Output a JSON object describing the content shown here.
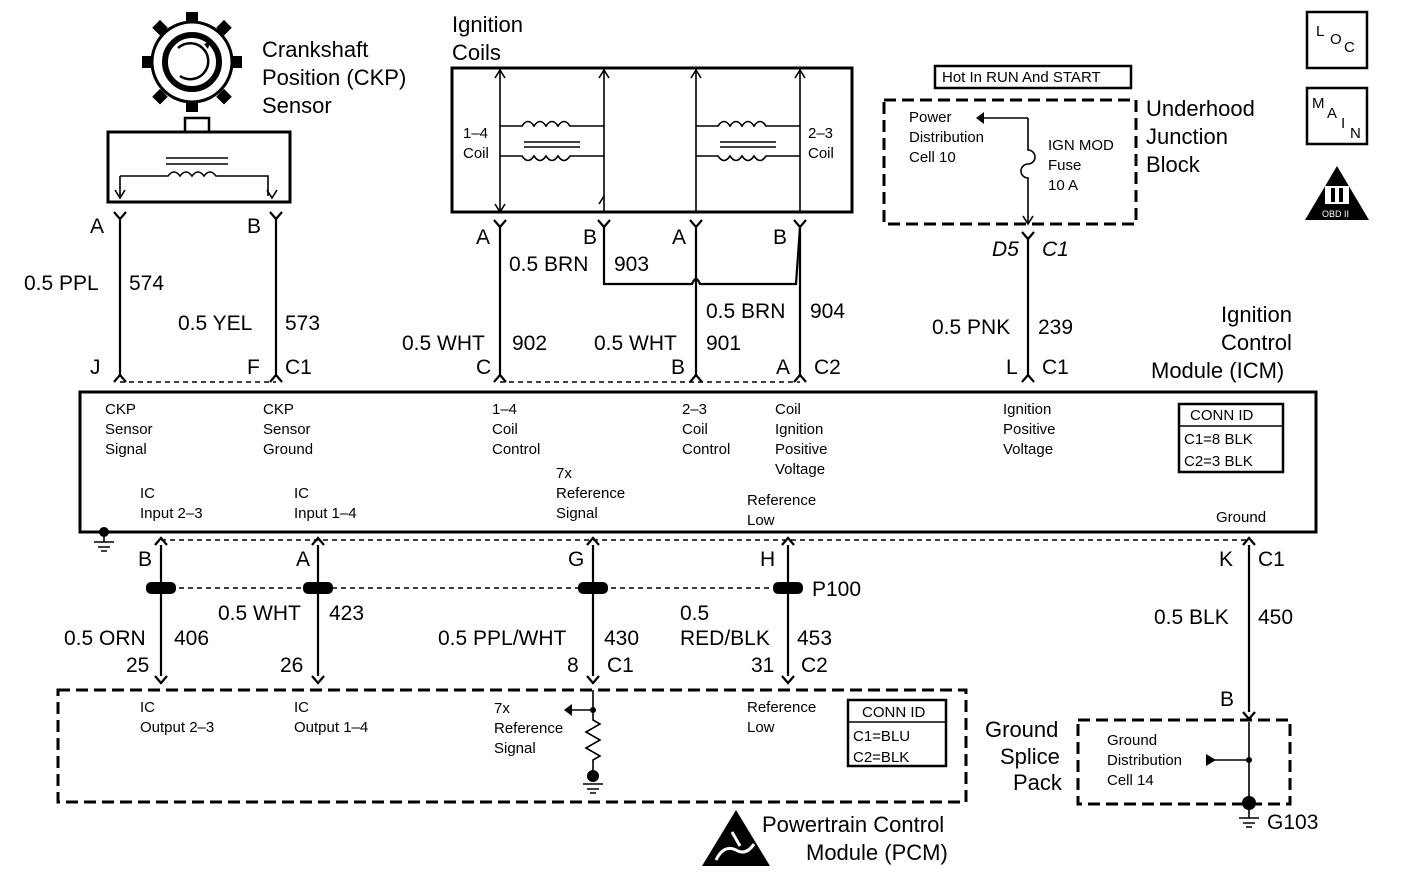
{
  "components": {
    "ckp_title": [
      "Crankshaft",
      "Position (CKP)",
      "Sensor"
    ],
    "coils_title": [
      "Ignition",
      "Coils"
    ],
    "coil_14": [
      "1–4",
      "Coil"
    ],
    "coil_23": [
      "2–3",
      "Coil"
    ],
    "hot_label": "Hot In RUN And START",
    "ujb_title": [
      "Underhood",
      "Junction",
      "Block"
    ],
    "pdc": [
      "Power",
      "Distribution",
      "Cell 10"
    ],
    "fuse": [
      "IGN MOD",
      "Fuse",
      "10 A"
    ],
    "icm_title": [
      "Ignition",
      "Control",
      "Module (ICM)"
    ],
    "gsp_title": [
      "Ground",
      "Splice",
      "Pack"
    ],
    "gdc": [
      "Ground",
      "Distribution",
      "Cell 14"
    ],
    "ground_id": "G103",
    "pcm_title": [
      "Powertrain Control",
      "Module (PCM)"
    ],
    "splice": "P100"
  },
  "badges": {
    "loc": [
      "L",
      "O",
      "C"
    ],
    "main": [
      "M",
      "A",
      "I",
      "N"
    ],
    "obd": "OBD II"
  },
  "icm_conn": {
    "title": "CONN ID",
    "c1": "C1=8 BLK",
    "c2": "C2=3 BLK"
  },
  "pcm_conn": {
    "title": "CONN ID",
    "c1": "C1=BLU",
    "c2": "C2=BLK"
  },
  "icm_pins_top": [
    [
      "CKP",
      "Sensor",
      "Signal"
    ],
    [
      "CKP",
      "Sensor",
      "Ground"
    ],
    [
      "1–4",
      "Coil",
      "Control"
    ],
    [
      "2–3",
      "Coil",
      "Control"
    ],
    [
      "Coil",
      "Ignition",
      "Positive",
      "Voltage"
    ],
    [
      "Ignition",
      "Positive",
      "Voltage"
    ]
  ],
  "icm_pins_bottom": [
    [
      "IC",
      "Input 2–3"
    ],
    [
      "IC",
      "Input 1–4"
    ],
    [
      "7x",
      "Reference",
      "Signal"
    ],
    [
      "Reference",
      "Low"
    ],
    [
      "Ground"
    ]
  ],
  "pcm_pins": [
    [
      "IC",
      "Output 2–3"
    ],
    [
      "IC",
      "Output 1–4"
    ],
    [
      "7x",
      "Reference",
      "Signal"
    ],
    [
      "Reference",
      "Low"
    ]
  ],
  "term": {
    "ckp_a": "A",
    "ckp_b": "B",
    "coil_a1": "A",
    "coil_b1": "B",
    "coil_a2": "A",
    "coil_b2": "B",
    "d5": "D5",
    "c1_d5": "C1",
    "icm_j": "J",
    "icm_f": "F",
    "icm_fc": "C1",
    "icm_c": "C",
    "icm_b": "B",
    "icm_a": "A",
    "icm_c2": "C2",
    "icm_l": "L",
    "icm_lc": "C1",
    "icm_bb": "B",
    "icm_ba": "A",
    "icm_g": "G",
    "icm_h": "H",
    "icm_k": "K",
    "icm_kc": "C1",
    "pcm_25": "25",
    "pcm_26": "26",
    "pcm_8": "8",
    "pcm_8c": "C1",
    "pcm_31": "31",
    "pcm_31c": "C2",
    "gsp_b": "B"
  },
  "wires": {
    "w574": {
      "gauge": "0.5 PPL",
      "num": "574"
    },
    "w573": {
      "gauge": "0.5 YEL",
      "num": "573"
    },
    "w903": {
      "gauge": "0.5 BRN",
      "num": "903"
    },
    "w904": {
      "gauge": "0.5 BRN",
      "num": "904"
    },
    "w902": {
      "gauge": "0.5 WHT",
      "num": "902"
    },
    "w901": {
      "gauge": "0.5 WHT",
      "num": "901"
    },
    "w239": {
      "gauge": "0.5 PNK",
      "num": "239"
    },
    "w406": {
      "gauge": "0.5 ORN",
      "num": "406"
    },
    "w423": {
      "gauge": "0.5 WHT",
      "num": "423"
    },
    "w430": {
      "gauge": "0.5 PPL/WHT",
      "num": "430"
    },
    "w453": {
      "gauge": [
        "0.5",
        "RED/BLK"
      ],
      "num": "453"
    },
    "w450": {
      "gauge": "0.5 BLK",
      "num": "450"
    }
  }
}
